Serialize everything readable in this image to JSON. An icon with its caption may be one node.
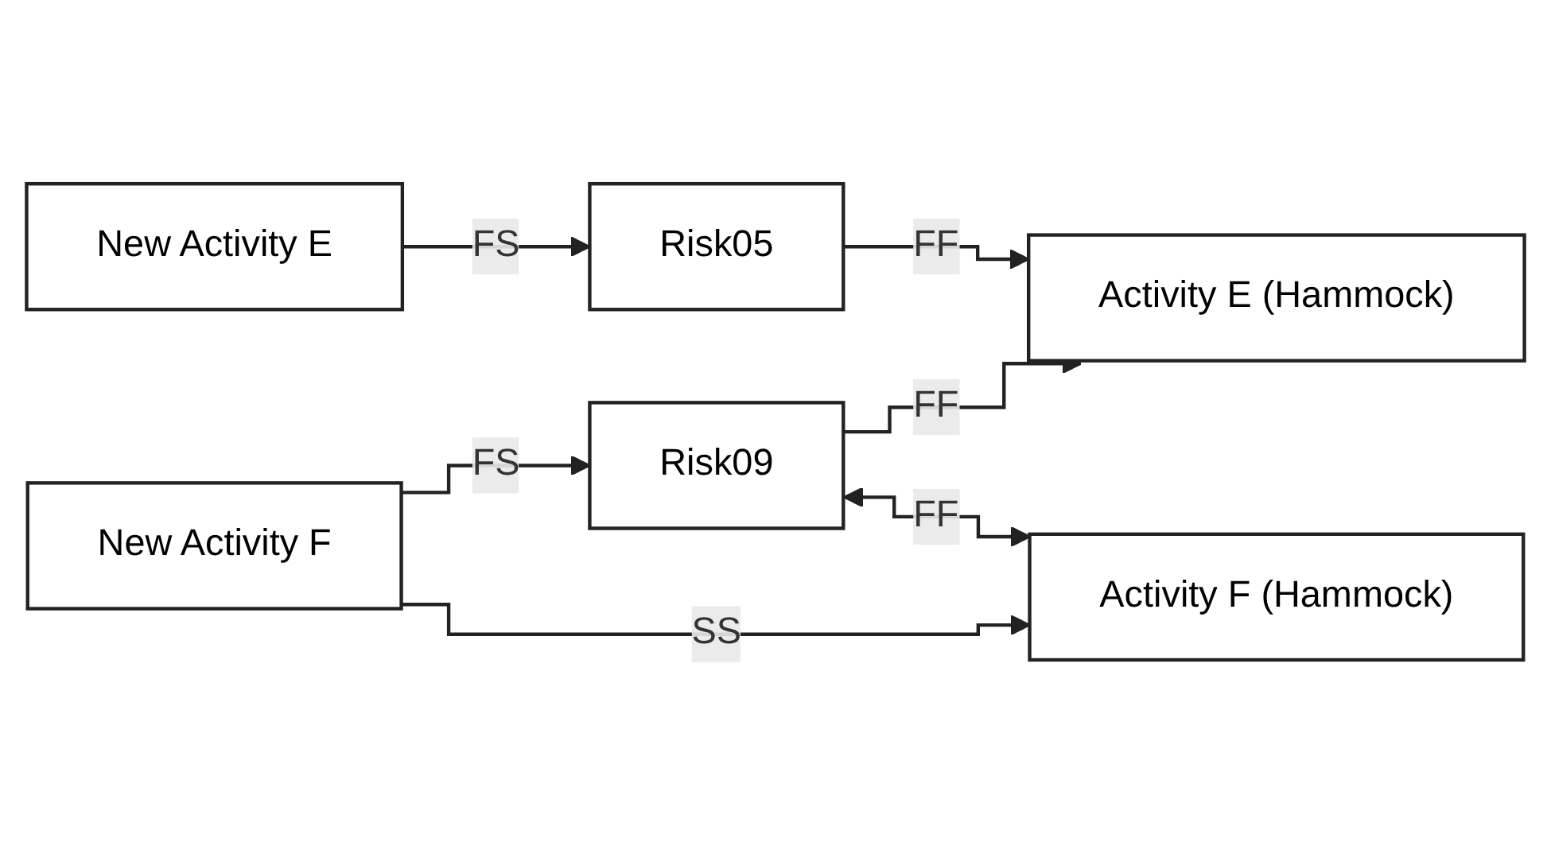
{
  "diagram": {
    "nodes": [
      {
        "text": [
          "New Activity E"
        ]
      },
      {
        "text": [
          "Risk05"
        ]
      },
      {
        "text": [
          "Activity E (Hammock)"
        ]
      },
      {
        "text": [
          "New Activity F"
        ]
      },
      {
        "text": [
          "Risk09"
        ]
      },
      {
        "text": [
          "Activity F (Hammock)"
        ]
      }
    ],
    "edges": [
      {
        "from": 0,
        "to": 1,
        "arrow": "to",
        "label": "FS"
      },
      {
        "from": 1,
        "to": 2,
        "arrow": "to",
        "label": "FF"
      },
      {
        "from": 4,
        "to": 2,
        "arrow": "to",
        "label": "FF"
      },
      {
        "from": 3,
        "to": 4,
        "arrow": "to",
        "label": "FS"
      },
      {
        "from": 3,
        "to": 5,
        "arrow": "to",
        "label": "SS"
      },
      {
        "from": 4,
        "to": 5,
        "arrow": "both",
        "label": "FF"
      }
    ]
  }
}
